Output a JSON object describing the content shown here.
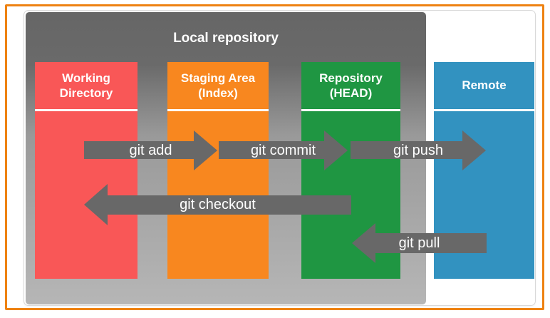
{
  "diagram": {
    "panel_title": "Local repository",
    "boxes": [
      {
        "name": "working-directory",
        "label": "Working\nDirectory",
        "color": "#f95757"
      },
      {
        "name": "staging-area",
        "label": "Staging Area\n(Index)",
        "color": "#f8871f"
      },
      {
        "name": "repository-head",
        "label": "Repository\n(HEAD)",
        "color": "#1f9642"
      },
      {
        "name": "remote",
        "label": "Remote",
        "color": "#3292c0"
      }
    ],
    "arrows": [
      {
        "name": "git-add",
        "label": "git add",
        "direction": "right",
        "from": "working-directory",
        "to": "staging-area"
      },
      {
        "name": "git-commit",
        "label": "git commit",
        "direction": "right",
        "from": "staging-area",
        "to": "repository-head"
      },
      {
        "name": "git-push",
        "label": "git push",
        "direction": "right",
        "from": "repository-head",
        "to": "remote"
      },
      {
        "name": "git-checkout",
        "label": "git checkout",
        "direction": "left",
        "from": "repository-head",
        "to": "working-directory"
      },
      {
        "name": "git-pull",
        "label": "git pull",
        "direction": "left",
        "from": "remote",
        "to": "repository-head"
      }
    ],
    "colors": {
      "frame": "#ee8212",
      "card_border": "#d9d9d9",
      "arrow": "#686868",
      "panel_gradient_top": "#666666",
      "panel_gradient_bottom": "#b6b6b6",
      "text": "#ffffff"
    }
  }
}
